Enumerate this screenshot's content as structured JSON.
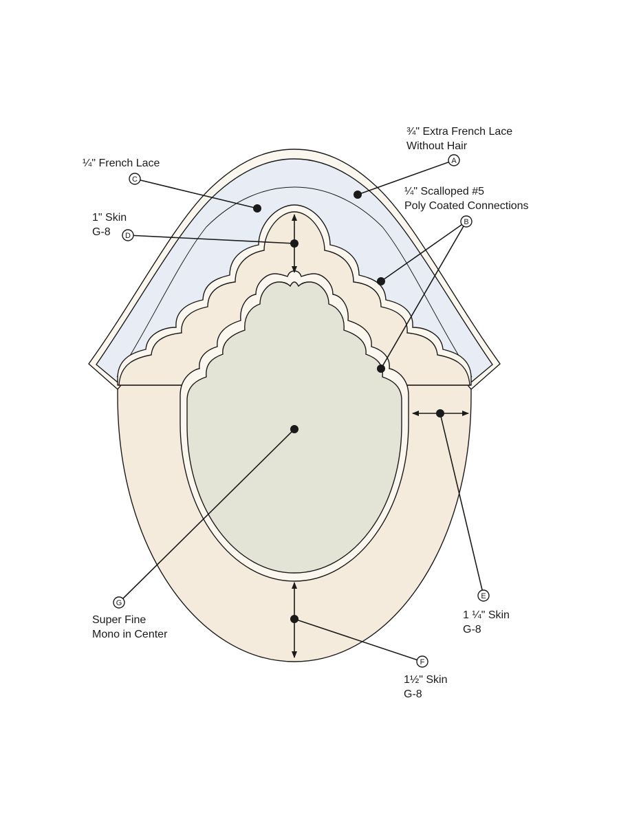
{
  "colors": {
    "lace": "#e8ecf5",
    "skin": "#f5ebdc",
    "mono": "#e4e4d6",
    "band": "#fbf7ee",
    "outline": "#1a1a1a"
  },
  "callouts": {
    "A": {
      "marker": "A",
      "lines": [
        "¾\" Extra French Lace",
        "Without Hair"
      ]
    },
    "B": {
      "marker": "B",
      "lines": [
        "¼\" Scalloped #5",
        "Poly Coated Connections"
      ]
    },
    "C": {
      "marker": "C",
      "lines": [
        "¼\" French Lace"
      ]
    },
    "D": {
      "marker": "D",
      "lines": [
        "1\" Skin",
        "G-8"
      ]
    },
    "E": {
      "marker": "E",
      "lines": [
        "1 ¼\" Skin",
        "G-8"
      ]
    },
    "F": {
      "marker": "F",
      "lines": [
        "1½\" Skin",
        "G-8"
      ]
    },
    "G": {
      "marker": "G",
      "lines": [
        "Super Fine",
        "Mono in Center"
      ]
    }
  }
}
